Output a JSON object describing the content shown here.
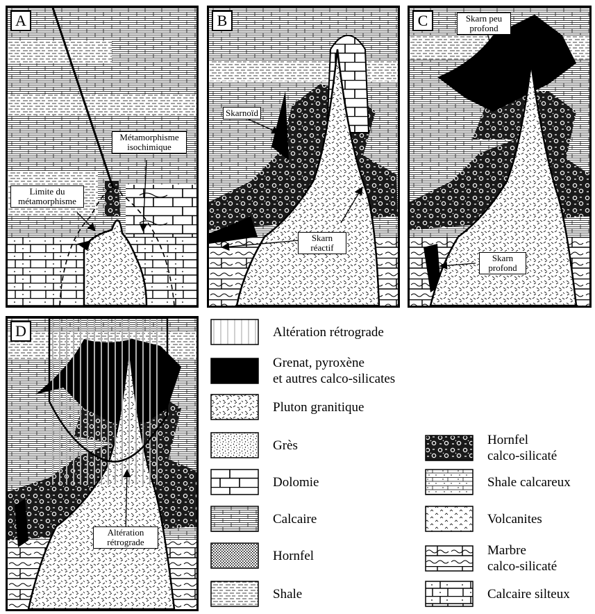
{
  "panels": {
    "a": {
      "label": "A",
      "callouts": {
        "metamorphisme": "Métamorphisme isochimique",
        "limite": "Limite du métamorphisme"
      }
    },
    "b": {
      "label": "B",
      "callouts": {
        "skarnoid": "Skarnoïd",
        "skarn_reactif": "Skarn réactif"
      }
    },
    "c": {
      "label": "C",
      "callouts": {
        "skarn_peu_profond": "Skarn peu profond",
        "skarn_profond": "Skarn profond"
      }
    },
    "d": {
      "label": "D",
      "callouts": {
        "alteration": "Altération rétrograde"
      }
    }
  },
  "legend": {
    "alteration_retrograde": "Altération rétrograde",
    "grenat_line1": "Grenat, pyroxène",
    "grenat_line2": "et autres calco-silicates",
    "pluton": "Pluton granitique",
    "gres": "Grès",
    "dolomie": "Dolomie",
    "calcaire": "Calcaire",
    "hornfel": "Hornfel",
    "shale": "Shale",
    "hornfel_cs_line1": "Hornfel",
    "hornfel_cs_line2": "calco-silicaté",
    "shale_calcareux": "Shale calcareux",
    "volcanites": "Volcanites",
    "marbre_line1": "Marbre",
    "marbre_line2": "calco-silicaté",
    "calcaire_silteux": "Calcaire silteux"
  },
  "colors": {
    "ink": "#000000",
    "paper": "#ffffff",
    "alteration_line": "#b8b8b8"
  }
}
